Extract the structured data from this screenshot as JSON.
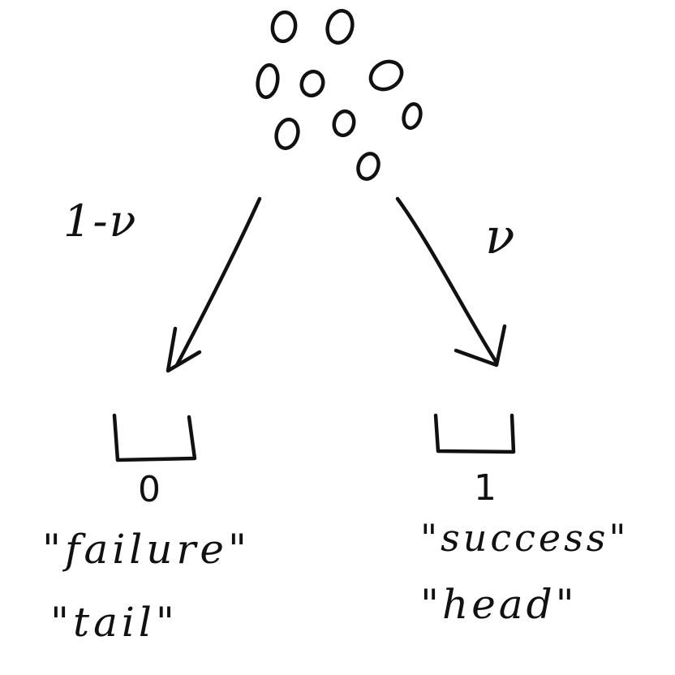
{
  "left_branch": {
    "probability": "1-ν",
    "outcome_value": "0",
    "labels": [
      "\"failure\"",
      "\"tail\""
    ]
  },
  "right_branch": {
    "probability": "ν",
    "outcome_value": "1",
    "labels": [
      "\"success\"",
      "\"head\""
    ]
  },
  "colors": {
    "ink": "#111111",
    "background": "#ffffff"
  }
}
